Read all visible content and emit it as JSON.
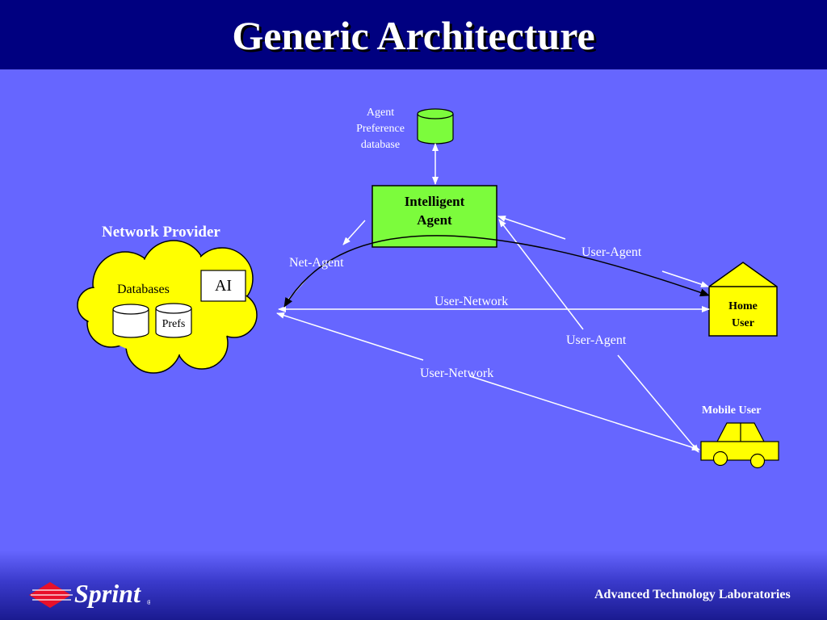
{
  "title": "Generic Architecture",
  "agent_db_label": [
    "Agent",
    "Preference",
    "database"
  ],
  "intelligent_agent_label": [
    "Intelligent",
    "Agent"
  ],
  "network_provider_label": "Network Provider",
  "databases_label": "Databases",
  "ai_label": "AI",
  "prefs_label": "Prefs",
  "home_user_label": [
    "Home",
    "User"
  ],
  "mobile_user_label": "Mobile User",
  "link_labels": {
    "net_agent": "Net-Agent",
    "user_agent_top": "User-Agent",
    "user_network_top": "User-Network",
    "user_agent_bottom": "User-Agent",
    "user_network_bottom": "User-Network"
  },
  "footer": {
    "brand": "Sprint",
    "lab": "Advanced Technology Laboratories"
  },
  "colors": {
    "background": "#6666ff",
    "title_bar": "#000080",
    "agent_box": "#7cfc3c",
    "cloud": "#ffff00",
    "home": "#ffff00",
    "car": "#ffff00",
    "logo_red": "#e8102a"
  }
}
